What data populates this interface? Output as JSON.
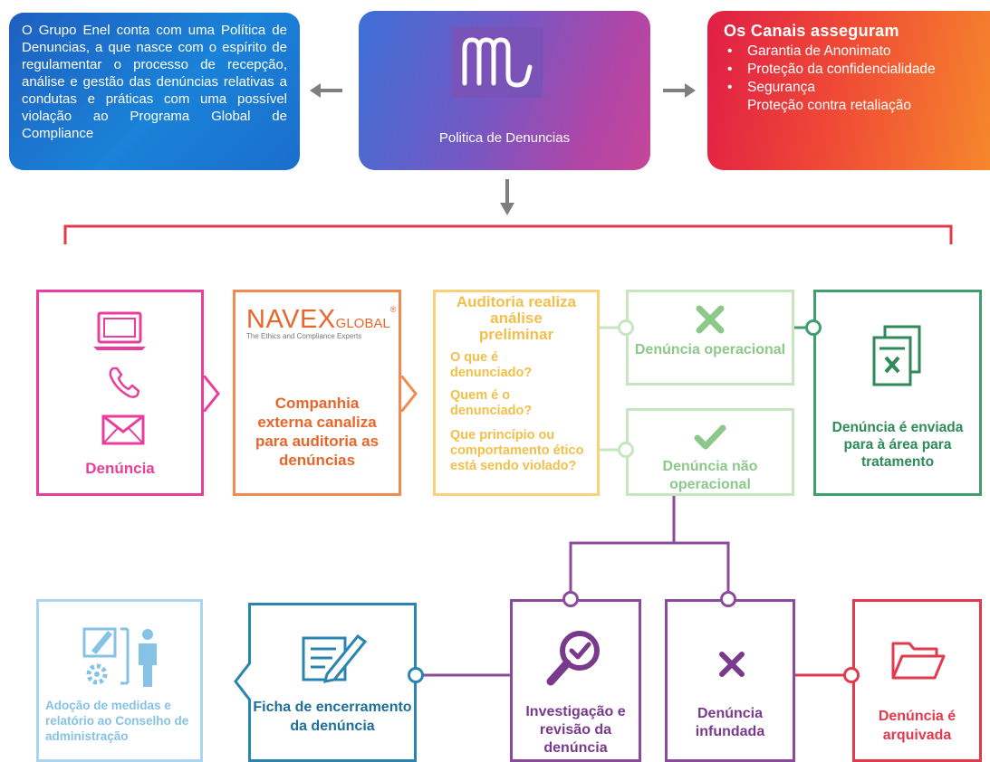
{
  "top": {
    "left_text": "O Grupo Enel conta com uma Política de Denuncias, a que nasce com o espírito de regulamentar o processo de recepção, análise e gestão das denúncias relativas a condutas e práticas com uma possível violação ao Programa Global de Compliance",
    "center_label": "Politica de Denuncias",
    "right_title": "Os Canais asseguram",
    "right_items": [
      "Garantia de Anonimato",
      "Proteção da confidencialidade",
      "Segurança"
    ],
    "right_extra": "Proteção contra retaliação",
    "bullet": "•"
  },
  "flow": {
    "denuncia_label": "Denúncia",
    "navex_brand": "NAVEX",
    "navex_suffix": "GLOBAL",
    "navex_mark": "®",
    "navex_tagline": "The Ethics and Compliance Experts",
    "navex_text": "Companhia externa canaliza para auditoria as denúncias",
    "audit_title": "Auditoria realiza análise preliminar",
    "audit_questions": [
      "O que é denunciado?",
      "Quem é o denunciado?",
      "Que princípio ou comportamento ético está sendo violado?"
    ],
    "operational_label": "Denúncia operacional",
    "non_operational_label": "Denúncia não operacional",
    "sent_label": "Denúncia é enviada para à área para tratamento"
  },
  "bottom": {
    "measures_label": "Adoção de medidas e relatório ao Conselho de administração",
    "closing_label": "Ficha de encerramento da denúncia",
    "investigation_label": "Investigação e revisão da denúncia",
    "unfounded_label": "Denúncia infundada",
    "archived_label": "Denúncia é arquivada"
  },
  "colors": {
    "pink": "#e83e9c",
    "orange": "#e9662a",
    "yellow": "#f2bf4a",
    "light_green": "#8cc88a",
    "green": "#2e8a58",
    "light_blue": "#86c2e6",
    "blue": "#1e6f99",
    "purple": "#7a3a8c",
    "red": "#e23a4c",
    "arrow_gray": "#7f7f7f"
  }
}
